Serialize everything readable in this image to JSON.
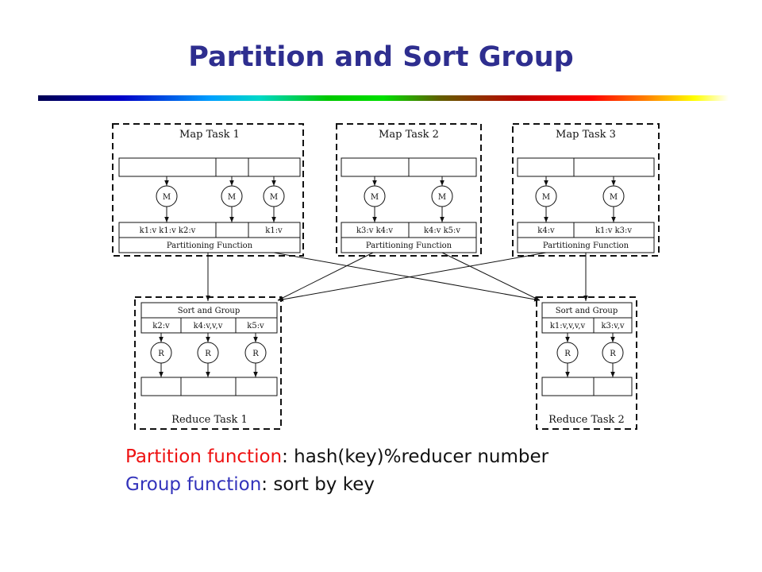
{
  "title": "Partition and Sort Group",
  "colors": {
    "title": "#2e2e8f",
    "partition_label": "#ee1111",
    "group_label": "#3333bb"
  },
  "diagram": {
    "map_tasks": [
      {
        "title": "Map Task 1",
        "mapper": "M",
        "pairs": [
          "k1:v k1:v k2:v",
          "k1:v"
        ],
        "partition": "Partitioning Function"
      },
      {
        "title": "Map Task 2",
        "mapper": "M",
        "pairs": [
          "k3:v k4:v",
          "k4:v k5:v"
        ],
        "partition": "Partitioning Function"
      },
      {
        "title": "Map Task 3",
        "mapper": "M",
        "pairs": [
          "k4:v",
          "k1:v k3:v"
        ],
        "partition": "Partitioning Function"
      }
    ],
    "reduce_tasks": [
      {
        "title": "Reduce Task 1",
        "sort": "Sort and Group",
        "reducer": "R",
        "groups": [
          "k2:v",
          "k4:v,v,v",
          "k5:v"
        ]
      },
      {
        "title": "Reduce Task 2",
        "sort": "Sort and Group",
        "reducer": "R",
        "groups": [
          "k1:v,v,v,v",
          "k3:v,v"
        ]
      }
    ]
  },
  "captions": {
    "partition": {
      "label": "Partition function",
      "text": ": hash(key)%reducer number"
    },
    "group": {
      "label": "Group function",
      "text": ": sort by key"
    }
  }
}
